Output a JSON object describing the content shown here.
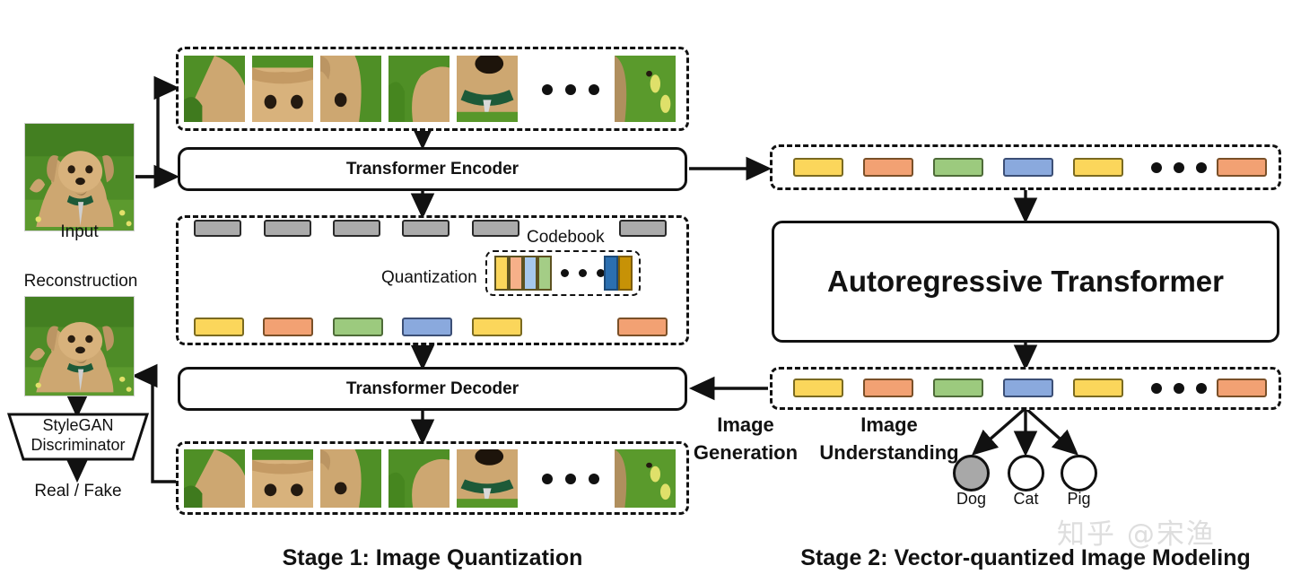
{
  "figure": {
    "stage1_caption": "Stage 1: Image Quantization",
    "stage2_caption": "Stage 2: Vector-quantized Image Modeling",
    "watermark": "知乎 @宋渔"
  },
  "left": {
    "input_label": "Input",
    "reconstruction_label": "Reconstruction",
    "discriminator_line1": "StyleGAN",
    "discriminator_line2": "Discriminator",
    "real_fake_label": "Real / Fake"
  },
  "stage1": {
    "encoder_label": "Transformer Encoder",
    "decoder_label": "Transformer Decoder",
    "quantization_label": "Quantization",
    "codebook_label": "Codebook",
    "latent_tokens": [
      "gray",
      "gray",
      "gray",
      "gray",
      "gray",
      "gray"
    ],
    "quantized_tokens": [
      "yellow",
      "orange",
      "green",
      "blue",
      "yellow",
      "orange"
    ],
    "codebook_entries_left": [
      "yellow",
      "orange",
      "lblue",
      "green"
    ],
    "codebook_entries_right": [
      "dblue",
      "gold"
    ],
    "patch_count_top": 5,
    "patch_count_bottom": 5
  },
  "stage2": {
    "transformer_label": "Autoregressive Transformer",
    "token_sequence_top": [
      "yellow",
      "orange",
      "green",
      "blue",
      "yellow",
      "orange"
    ],
    "token_sequence_bottom": [
      "yellow",
      "orange",
      "green",
      "blue",
      "yellow",
      "orange"
    ],
    "image_generation_line1": "Image",
    "image_generation_line2": "Generation",
    "image_understanding_line1": "Image",
    "image_understanding_line2": "Understanding",
    "classes": [
      {
        "label": "Dog",
        "selected": true
      },
      {
        "label": "Cat",
        "selected": false
      },
      {
        "label": "Pig",
        "selected": false
      }
    ]
  }
}
